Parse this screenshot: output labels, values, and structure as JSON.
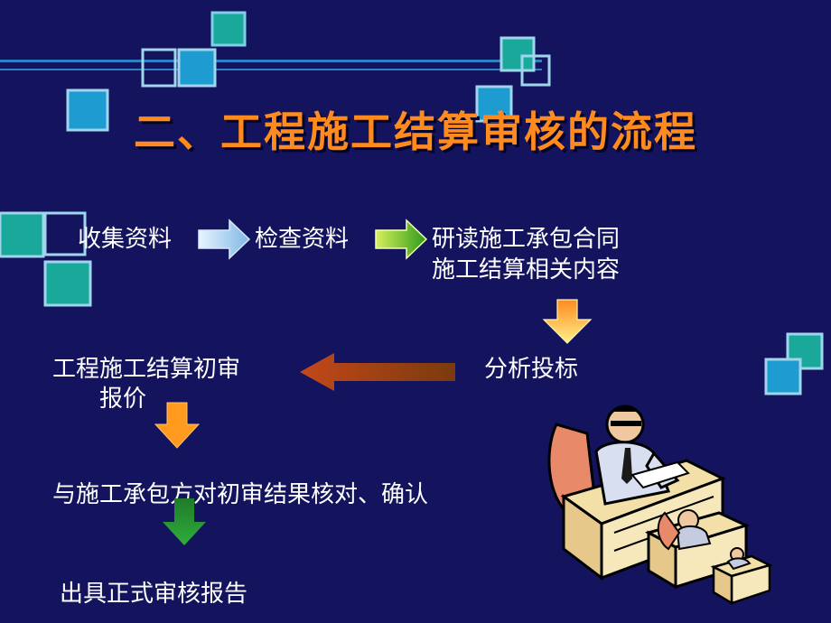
{
  "slide": {
    "title": "二、工程施工结算审核的流程",
    "colors": {
      "background": "#14145e",
      "title": "#ff8a1e",
      "text": "#ffffff",
      "square_teal": "#1aa89a",
      "square_blue": "#1e9bd0"
    }
  },
  "flow": {
    "collect": "收集资料",
    "check": "检查资料",
    "study_line1": "研读施工承包合同",
    "study_line2": "施工结算相关内容",
    "analyze": "分析投标",
    "prelim_line1": "工程施工结算初审",
    "prelim_line2": "报价",
    "verify": "与施工承包方对初审结果核对、确认",
    "report": "出具正式审核报告"
  },
  "arrows": [
    {
      "name": "collect-to-check",
      "direction": "right",
      "color": "light-blue"
    },
    {
      "name": "check-to-study",
      "direction": "right",
      "color": "green"
    },
    {
      "name": "study-to-analyze",
      "direction": "down",
      "color": "yellow-orange"
    },
    {
      "name": "analyze-to-prelim",
      "direction": "left",
      "color": "brown"
    },
    {
      "name": "prelim-to-verify",
      "direction": "down",
      "color": "orange"
    },
    {
      "name": "verify-to-report",
      "direction": "down",
      "color": "green"
    }
  ],
  "illustration": {
    "icon": "office-workers-at-desks-clipart"
  }
}
